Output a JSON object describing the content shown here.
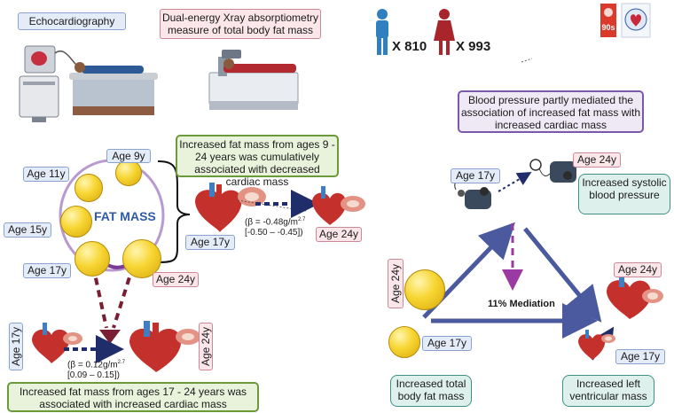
{
  "top": {
    "echo_label": "Echocardiography",
    "dxa_label": "Dual-energy Xray absorptiometry measure of total body fat mass",
    "male_count": "X 810",
    "female_count": "X 993"
  },
  "left": {
    "fat_mass": "FAT MASS",
    "ages": [
      "Age 9y",
      "Age 11y",
      "Age 15y",
      "Age 17y",
      "Age 24y"
    ],
    "finding_top": "Increased fat mass from ages 9 - 24 years was cumulatively associated with decreased cardiac mass",
    "beta_top_line1": "(β = -0.48g/m",
    "beta_top_sup": "2.7",
    "beta_top_line2": "[-0.50 – -0.45])",
    "heart_top_age17": "Age 17y",
    "heart_top_age24": "Age 24y",
    "bottom_age17": "Age 17y",
    "bottom_age24": "Age 24y",
    "beta_bottom_line1": "(β = 0.12g/m",
    "beta_bottom_sup": "2.7",
    "beta_bottom_line2": "[0.09 – 0.15])",
    "finding_bottom": "Increased fat mass from ages 17 - 24 years was associated with increased cardiac mass"
  },
  "right": {
    "mediation_box": "Blood pressure partly mediated the association of increased fat mass with increased cardiac mass",
    "bp_age17": "Age 17y",
    "bp_age24": "Age 24y",
    "sbp": "Increased systolic blood pressure",
    "fat_age24": "Age 24y",
    "fat_age17": "Age 17y",
    "mediation_pct": "11% Mediation",
    "heart_age24": "Age 24y",
    "heart_age17": "Age 17y",
    "fat_mass_label": "Increased total body fat mass",
    "lv_mass_label": "Increased left ventricular mass"
  },
  "colors": {
    "male": "#2f7fc1",
    "female": "#a8262b",
    "navy": "#1f2d6b",
    "purple_dash": "#9b3aa3",
    "triangle": "#4b5a9e",
    "maroon_arrow": "#7a1f33"
  }
}
